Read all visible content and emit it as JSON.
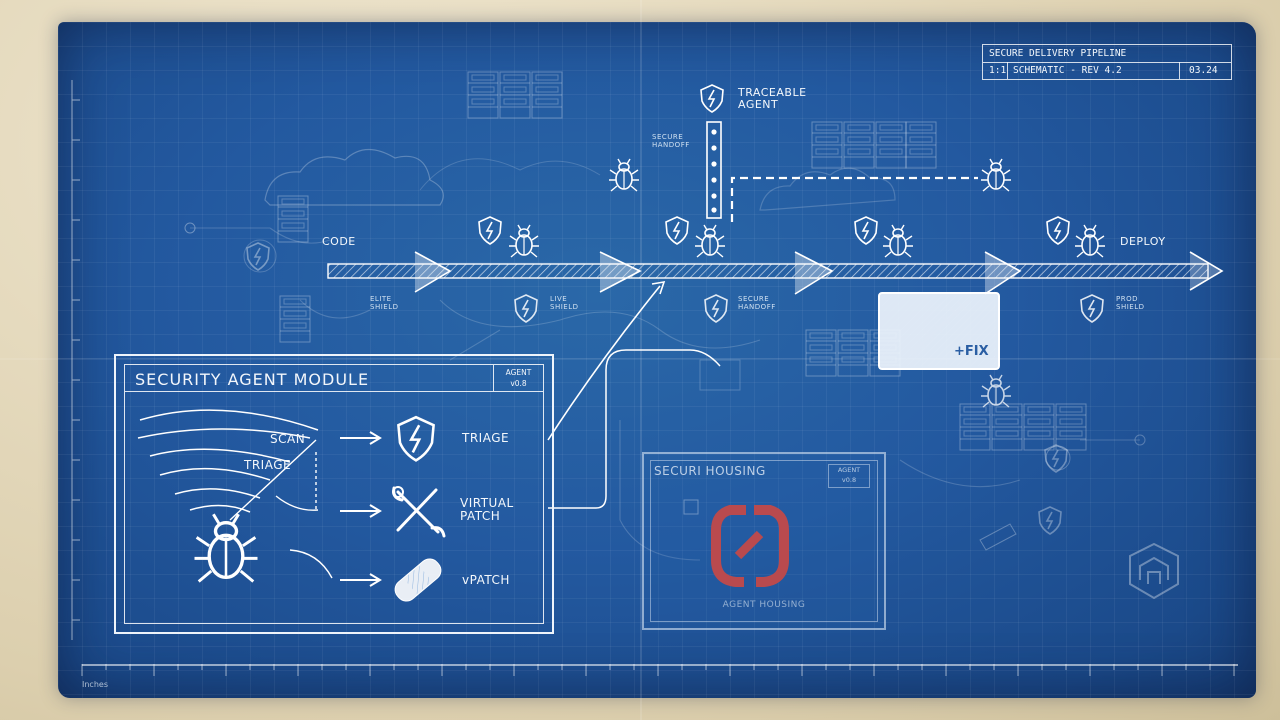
{
  "title_block": {
    "project": "SECURE DELIVERY PIPELINE",
    "scale": "1:1",
    "sheet": "SCHEMATIC - REV 4.2",
    "date": "03.24"
  },
  "pipeline": {
    "start_label": "CODE",
    "end_label": "DEPLOY",
    "agent_label": "TRACEABLE\nAGENT",
    "handoff_label": "SECURE\nHANDOFF",
    "shield_labels": [
      "ELITE\nSHIELD",
      "LIVE\nSHIELD",
      "SECURE\nHANDOFF",
      "PROD\nSHIELD"
    ],
    "fix_label": "+FIX"
  },
  "module": {
    "title": "SECURITY AGENT MODULE",
    "badge_line1": "AGENT",
    "badge_line2": "v0.8",
    "scan_label": "SCAN",
    "triage_arc_label": "TRIAGE",
    "outputs": [
      "TRIAGE",
      "VIRTUAL\nPATCH",
      "vPATCH"
    ]
  },
  "housing": {
    "title": "SECURI HOUSING",
    "badge_line1": "AGENT",
    "badge_line2": "v0.8",
    "caption": "AGENT HOUSING"
  },
  "ruler": {
    "unit": "Inches"
  },
  "icons": [
    "bug-icon",
    "shield-icon",
    "wrench-screwdriver-icon",
    "bandage-icon",
    "server-rack-icon",
    "cloud-icon",
    "logo-icon"
  ],
  "colors": {
    "blueprint": "#2359a0",
    "line": "#f2f6fb",
    "accent_red": "#d9453a"
  }
}
